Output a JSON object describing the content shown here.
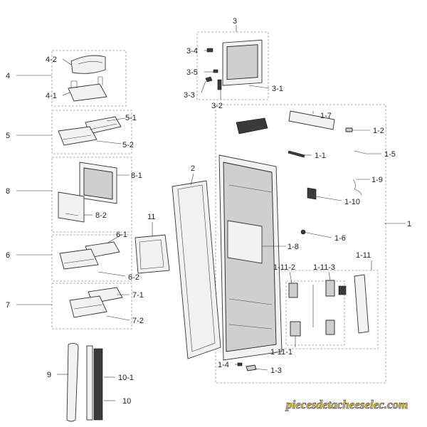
{
  "labels": {
    "g1": "1",
    "p1_1": "1-1",
    "p1_2": "1-2",
    "p1_3": "1-3",
    "p1_4": "1-4",
    "p1_5": "1-5",
    "p1_6": "1-6",
    "p1_7": "1-7",
    "p1_8": "1-8",
    "p1_9": "1-9",
    "p1_10": "1-10",
    "p1_11": "1-11",
    "p1_11_1": "1-11-1",
    "p1_11_2": "1-11-2",
    "p1_11_3": "1-11-3",
    "g2": "2",
    "g3": "3",
    "p3_1": "3-1",
    "p3_2": "3-2",
    "p3_3": "3-3",
    "p3_4": "3-4",
    "p3_5": "3-5",
    "g4": "4",
    "p4_1": "4-1",
    "p4_2": "4-2",
    "g5": "5",
    "p5_1": "5-1",
    "p5_2": "5-2",
    "g6": "6",
    "p6_1": "6-1",
    "p6_2": "6-2",
    "g7": "7",
    "p7_1": "7-1",
    "p7_2": "7-2",
    "g8": "8",
    "p8_1": "8-1",
    "p8_2": "8-2",
    "g9": "9",
    "g10": "10",
    "p10_1": "10-1",
    "g11": "11"
  },
  "watermark": {
    "text": "piecesdetacheeselec.com",
    "fill_color": "#e8d400",
    "outline_color": "#3a2a8a"
  }
}
